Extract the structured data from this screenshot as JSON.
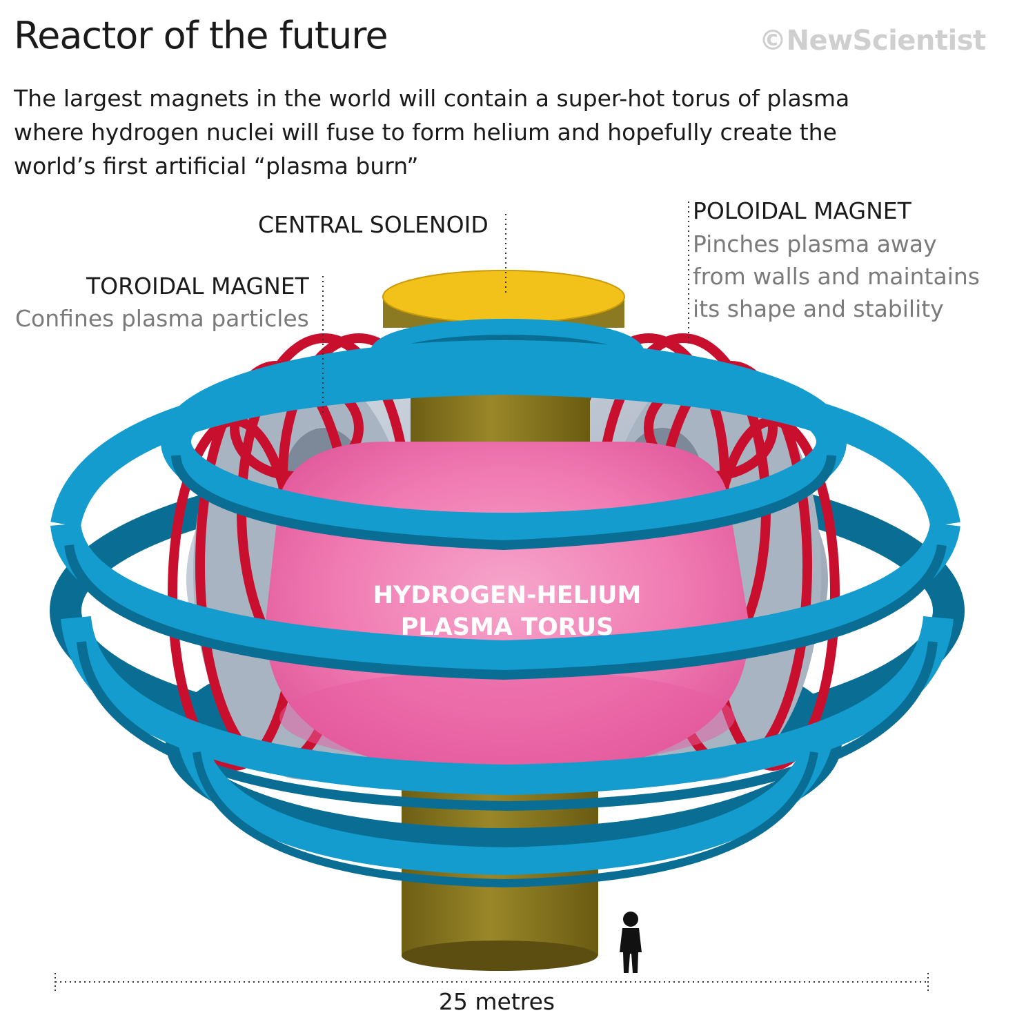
{
  "header": {
    "title": "Reactor of the future",
    "logo": "©NewScientist",
    "subtitle_lines": [
      "The largest magnets in the world will contain a super-hot torus of plasma",
      "where hydrogen nuclei will fuse to form helium and hopefully create the",
      "world’s first artificial “plasma burn”"
    ]
  },
  "labels": {
    "central_solenoid": "CENTRAL SOLENOID",
    "toroidal": {
      "title": "TOROIDAL MAGNET",
      "description": "Confines plasma particles"
    },
    "poloidal": {
      "title": "POLOIDAL MAGNET",
      "description_lines": [
        "Pinches plasma away",
        "from walls and maintains",
        "its shape and stability"
      ]
    },
    "plasma_lines": [
      "HYDROGEN-HELIUM",
      "PLASMA TORUS"
    ],
    "scale": "25 metres"
  },
  "colors": {
    "poloidal_blue": "#139ccd",
    "poloidal_dark": "#0a6e94",
    "toroidal_red": "#c8102e",
    "shell_grey": "#b8c2cf",
    "plasma_pink": "#f06aa8",
    "solenoid_olive": "#8c7a22",
    "solenoid_top": "#f2c21a"
  },
  "icons": {
    "person": "person-silhouette-icon"
  }
}
